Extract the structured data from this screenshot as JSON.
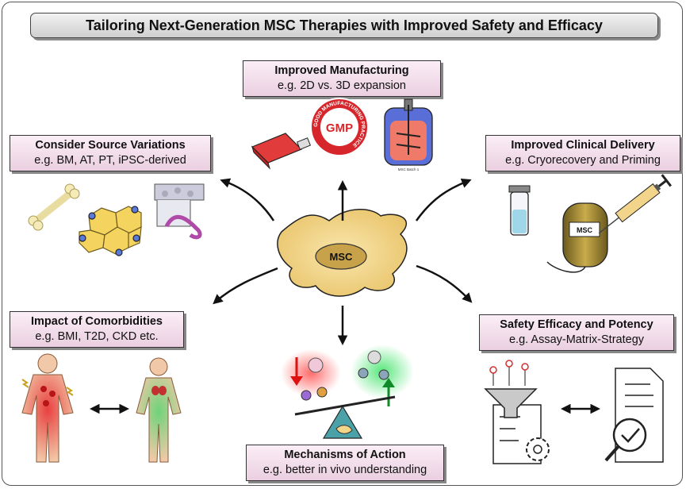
{
  "title": "Tailoring Next-Generation MSC Therapies with Improved Safety and Efficacy",
  "center_label": "MSC",
  "boxes": {
    "manufacturing": {
      "heading": "Improved Manufacturing",
      "sub": "e.g. 2D vs. 3D expansion"
    },
    "source": {
      "heading": "Consider Source Variations",
      "sub": "e.g. BM, AT, PT, iPSC-derived"
    },
    "delivery": {
      "heading": "Improved Clinical Delivery",
      "sub": "e.g. Cryorecovery and Priming"
    },
    "comorbidities": {
      "heading": "Impact of Comorbidities",
      "sub": "e.g. BMI, T2D, CKD etc."
    },
    "safety": {
      "heading": "Safety Efficacy and Potency",
      "sub": "e.g. Assay-Matrix-Strategy"
    },
    "mechanisms": {
      "heading": "Mechanisms of Action",
      "sub": "e.g. better in vivo understanding"
    }
  },
  "icons": {
    "gmp_seal": "GMP",
    "gmp_ring": "GOOD MANUFACTURING PRACTICE",
    "bag_label": "MSC",
    "bioreactor_label": "MSC Batch 1"
  },
  "colors": {
    "label_box_top": "#fbeef6",
    "label_box_bottom": "#eacfe0",
    "title_box": "#dcdcdc",
    "cell_fill": "#f3d58a",
    "gmp_red": "#d7262b"
  }
}
